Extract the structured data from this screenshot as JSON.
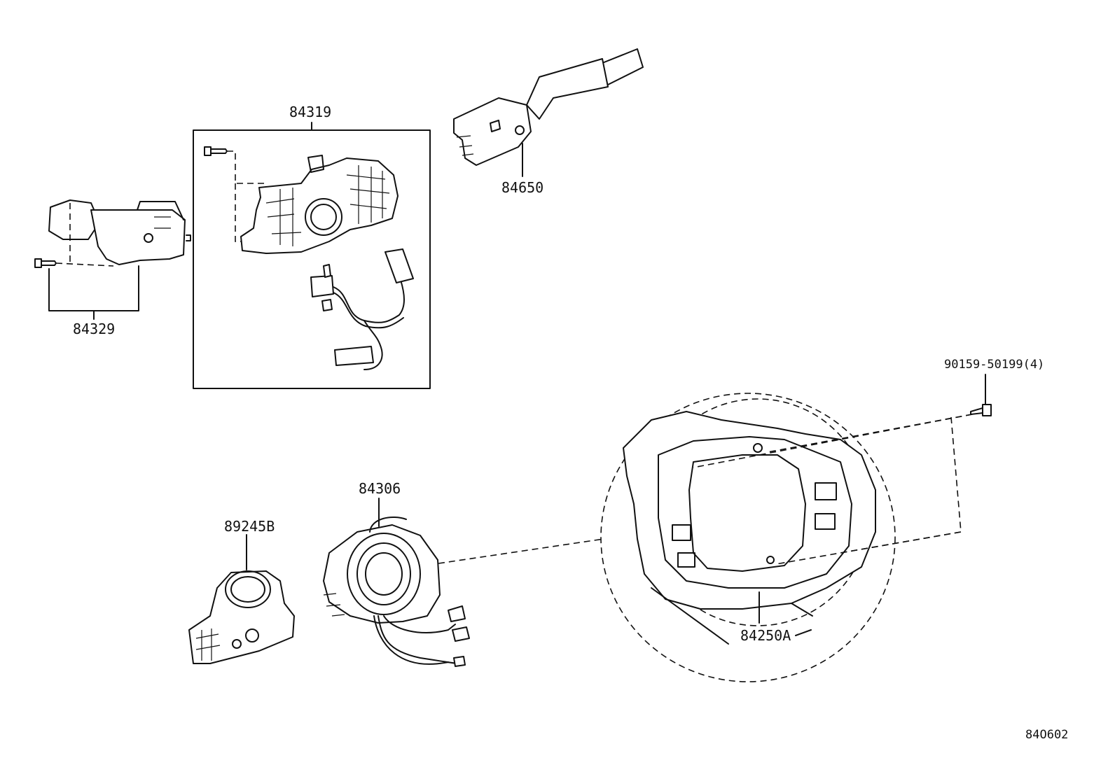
{
  "parts": {
    "p84319": "84319",
    "p84650": "84650",
    "p84329": "84329",
    "p90159": "90159-50199(4)",
    "p84306": "84306",
    "p89245B": "89245B",
    "p84250A": "84250A"
  },
  "diagram_code": "84O602"
}
